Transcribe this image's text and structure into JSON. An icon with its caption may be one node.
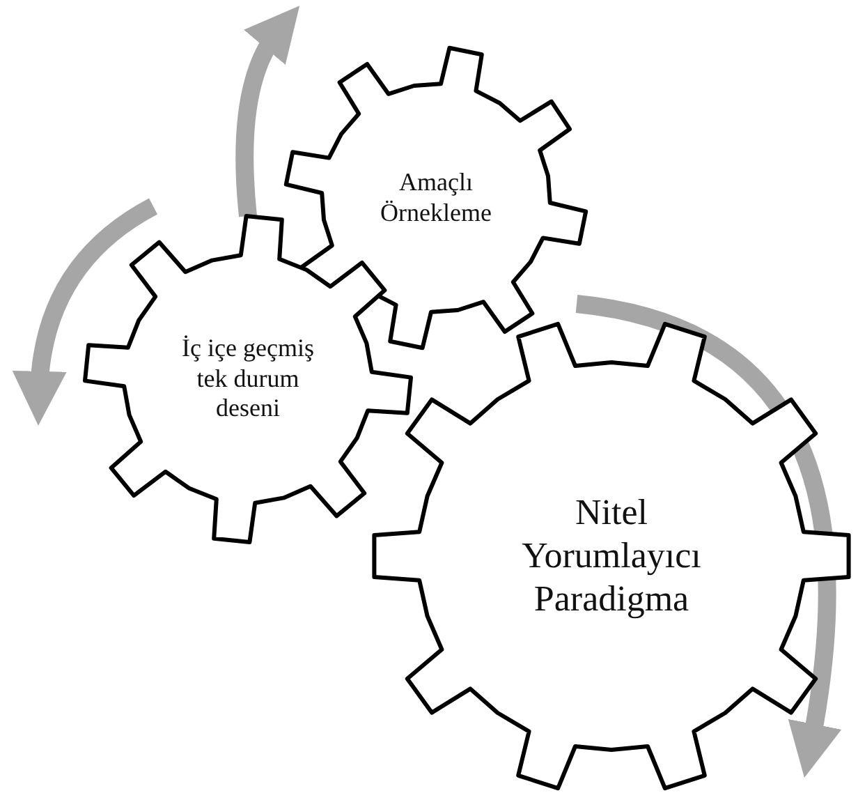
{
  "diagram": {
    "nodes": [
      {
        "text": [
          "Amaçlı Örnekleme"
        ]
      },
      {
        "text": [
          "İç içe geçmiş tek durum deseni"
        ]
      },
      {
        "text": [
          "Nitel Yorumlayıcı Paradigma"
        ]
      }
    ]
  }
}
